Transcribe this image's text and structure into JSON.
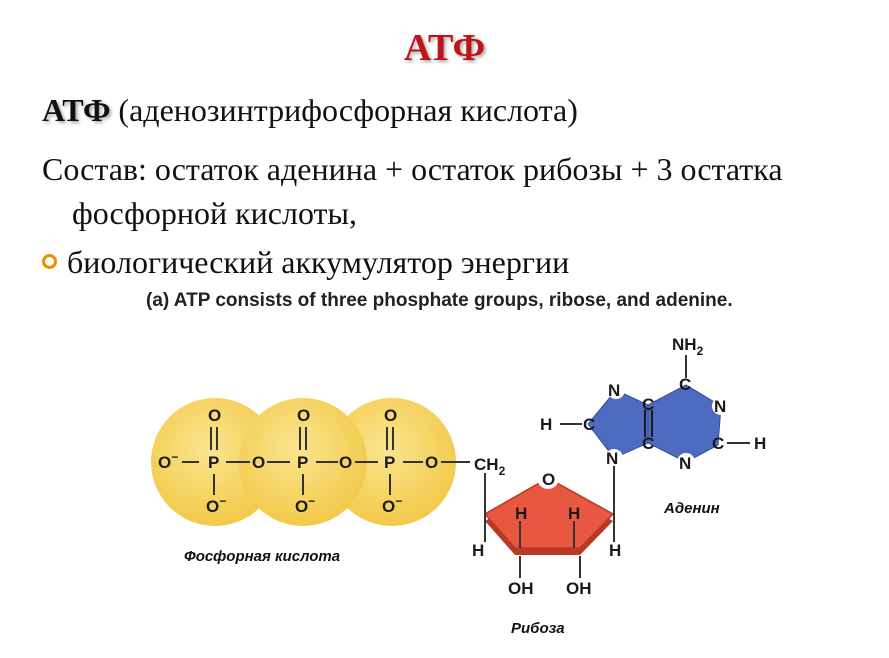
{
  "slide": {
    "title": "АТФ",
    "line1_bold": "АТФ",
    "line1_rest": " (аденозинтрифосфорная кислота)",
    "line2": "Состав: остаток аденина + остаток рибозы + 3 остатка фосфорной кислоты,",
    "line3": "биологический аккумулятор энергии"
  },
  "figure": {
    "caption": "(a) ATP consists of three phosphate groups, ribose, and adenine.",
    "labels": {
      "phosphate": "Фосфорная кислота",
      "ribose": "Рибоза",
      "adenine": "Аденин"
    },
    "atoms": {
      "O": "O",
      "O_minus": "O",
      "minus": "−",
      "P": "P",
      "C": "C",
      "N": "N",
      "H": "H",
      "CH2": "CH",
      "sub2": "2",
      "NH2": "NH",
      "OH": "OH"
    },
    "colors": {
      "phosphate_fill": "#f7d25a",
      "ribose_fill": "#e8573f",
      "adenine_fill": "#4d6cc0",
      "title": "#c0141a",
      "bullet": "#f28c00"
    }
  }
}
